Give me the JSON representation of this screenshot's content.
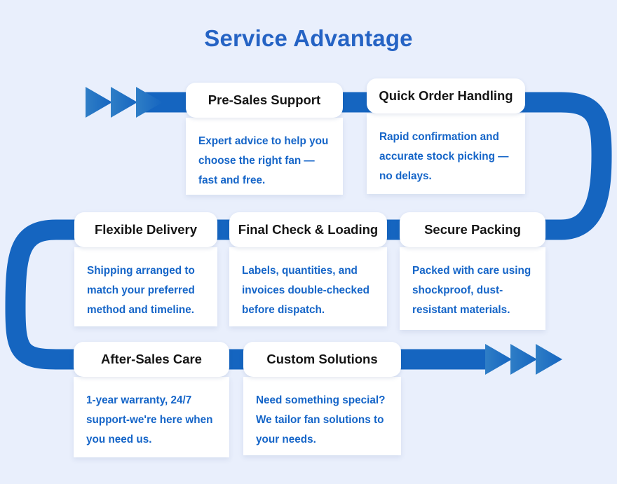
{
  "page": {
    "title": "Service Advantage",
    "background_color": "#e9effc",
    "title_color": "#2563c4"
  },
  "theme": {
    "track_color": "#1565c0",
    "chevron_color_light": "#2e7cc4",
    "chevron_color_dark": "#1565c0",
    "card_title_color": "#151515",
    "card_body_color": "#1565c8",
    "card_bg": "#ffffff"
  },
  "flow": {
    "start_arrow": {
      "name": "start-chevrons",
      "direction": "right",
      "chevron_count": 3
    },
    "end_arrow": {
      "name": "end-chevrons",
      "direction": "right",
      "chevron_count": 3
    }
  },
  "cards": [
    {
      "id": "pre-sales-support",
      "title": "Pre-Sales Support",
      "body": "Expert advice to help you choose the right fan — fast and free."
    },
    {
      "id": "quick-order-handling",
      "title": "Quick Order Handling",
      "body": "Rapid confirmation and accurate stock picking — no delays."
    },
    {
      "id": "flexible-delivery",
      "title": "Flexible Delivery",
      "body": "Shipping arranged to match your preferred method and timeline."
    },
    {
      "id": "final-check-loading",
      "title": "Final Check & Loading",
      "body": "Labels, quantities, and invoices double-checked before dispatch."
    },
    {
      "id": "secure-packing",
      "title": "Secure Packing",
      "body": "Packed with care using shockproof, dust-resistant materials."
    },
    {
      "id": "after-sales-care",
      "title": "After-Sales Care",
      "body": "1-year warranty, 24/7 support-we're here when you need us."
    },
    {
      "id": "custom-solutions",
      "title": "Custom Solutions",
      "body": "Need something special? We tailor fan solutions to your needs."
    }
  ]
}
